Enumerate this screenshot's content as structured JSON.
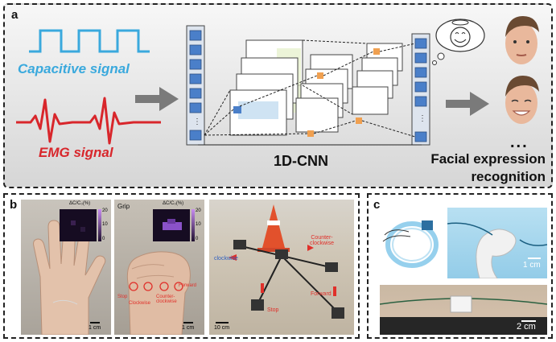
{
  "panel_a": {
    "label": "a",
    "capacitive_label": "Capacitive signal",
    "emg_label": "EMG signal",
    "cnn_label": "1D-CNN",
    "ellipsis": "...",
    "output_label_line1": "Facial expression",
    "output_label_line2": "recognition",
    "colors": {
      "capacitive": "#3aa9dd",
      "emg": "#d8262b",
      "node": "#4a7fc9",
      "accent": "#f0a050"
    }
  },
  "panel_b": {
    "label": "b",
    "heatmap_unit": "ΔC/C₀(%)",
    "heatmap_ticks": [
      "20",
      "10",
      "0"
    ],
    "grip_label": "Grip",
    "scale_1": "1 cm",
    "scale_2": "1 cm",
    "scale_3": "10 cm",
    "gesture_stop": "Stop",
    "gesture_clockwise": "Clockwise",
    "gesture_counter": "Counter-clockwise",
    "gesture_forward": "Forward",
    "robot_clockwise": "clockwise",
    "robot_counter": "Counter-clockwise",
    "robot_stop": "Stop",
    "robot_forward": "Forward"
  },
  "panel_c": {
    "label": "c",
    "scale_1": "1 cm",
    "scale_2": "2 cm"
  }
}
